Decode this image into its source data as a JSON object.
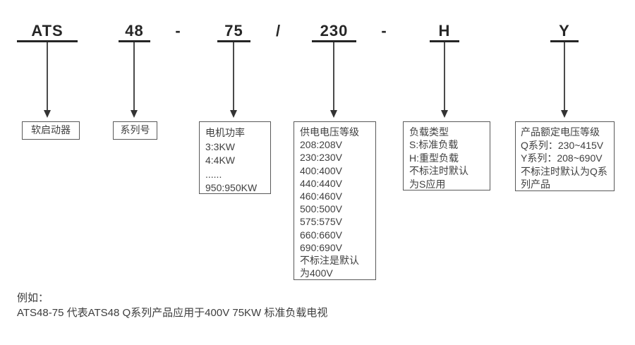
{
  "diagram": {
    "title_codes": [
      "ATS",
      "48",
      "75",
      "230",
      "H",
      "Y"
    ],
    "separators": [
      "-",
      "/",
      "-"
    ],
    "columns": [
      {
        "code": "ATS",
        "box_lines": [
          "软启动器"
        ]
      },
      {
        "code": "48",
        "box_lines": [
          "系列号"
        ]
      },
      {
        "code": "75",
        "box_lines": [
          "电机功率",
          "3:3KW",
          "4:4KW",
          "......",
          "950:950KW"
        ]
      },
      {
        "code": "230",
        "box_lines": [
          "供电电压等级",
          "208:208V",
          "230:230V",
          "400:400V",
          "440:440V",
          "460:460V",
          "500:500V",
          "575:575V",
          "660:660V",
          "690:690V",
          "不标注是默认",
          "为400V"
        ]
      },
      {
        "code": "H",
        "box_lines": [
          "负载类型",
          "S:标准负载",
          "H:重型负载",
          "不标注时默认",
          "为S应用"
        ]
      },
      {
        "code": "Y",
        "box_lines": [
          "产品额定电压等级",
          "Q系列：230~415V",
          "Y系列：208~690V",
          "不标注时默认为Q系",
          "列产品"
        ]
      }
    ],
    "example": {
      "label": "例如：",
      "text": "ATS48-75 代表ATS48 Q系列产品应用于400V 75KW 标准负载电视"
    },
    "colors": {
      "ink": "#262626",
      "arrow": "#4a4a4a",
      "box_border": "#595959",
      "box_text": "#404040"
    }
  }
}
